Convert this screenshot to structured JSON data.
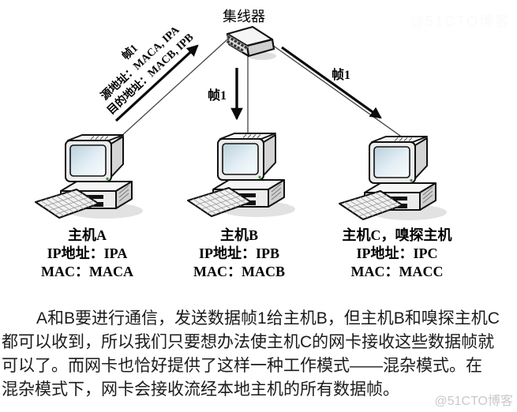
{
  "diagram": {
    "hub_label": "集线器",
    "frame_arrow_annotation": [
      "帧1",
      "源地址：MACA, IPA",
      "目的地址：MACB, IPB"
    ],
    "frame_label_middle": "帧1",
    "frame_label_right": "帧1",
    "hosts": [
      {
        "name": "主机A",
        "ip": "IP地址：IPA",
        "mac": "MAC：MACA"
      },
      {
        "name": "主机B",
        "ip": "IP地址：IPB",
        "mac": "MAC：MACB"
      },
      {
        "name": "主机C，嗅探主机",
        "ip": "IP地址：IPC",
        "mac": "MAC：MACC"
      }
    ],
    "colors": {
      "outline": "#111111",
      "cable": "#444444",
      "screen": "#cfe2ec",
      "device_fill": "#ececec",
      "shadow": "#e2e2e2"
    }
  },
  "paragraph": {
    "lines": [
      "A和B要进行通信，发送数据帧1给主机B，但主机B和嗅探主机C",
      "都可以收到，所以我们只要想办法使主机C的网卡接收这些数据帧就",
      "可以了。而网卡也恰好提供了这样一种工作模式——混杂模式。在",
      "混杂模式下，网卡会接收流经本地主机的所有数据帧。"
    ]
  },
  "watermark": {
    "text": "@51CTO博客",
    "color": "#c9c9c9",
    "faint_color": "#fafafa"
  }
}
